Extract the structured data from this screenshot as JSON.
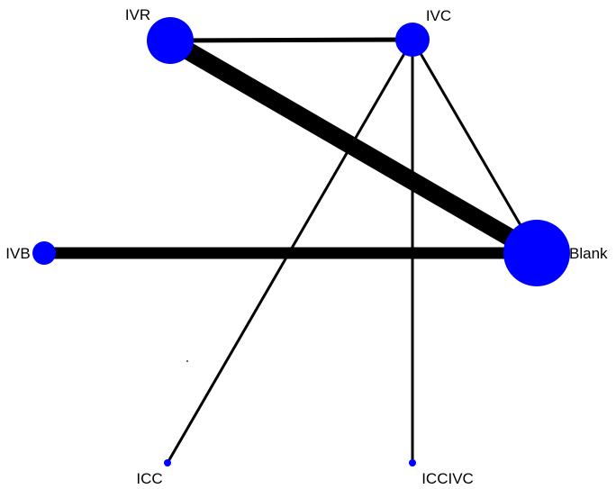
{
  "colors": {
    "node_fill": "#0000ff",
    "edge_stroke": "#000000",
    "label_color": "#000000",
    "background": "#ffffff"
  },
  "nodes": [
    {
      "id": "IVR",
      "label": "IVR"
    },
    {
      "id": "IVC",
      "label": "IVC"
    },
    {
      "id": "IVB",
      "label": "IVB"
    },
    {
      "id": "Blank",
      "label": "Blank"
    },
    {
      "id": "ICC",
      "label": "ICC"
    },
    {
      "id": "ICCIVC",
      "label": "ICCIVC"
    }
  ],
  "edges": [
    {
      "from": "IVR",
      "to": "IVC"
    },
    {
      "from": "IVR",
      "to": "Blank"
    },
    {
      "from": "IVC",
      "to": "Blank"
    },
    {
      "from": "IVC",
      "to": "ICC"
    },
    {
      "from": "IVC",
      "to": "ICCIVC"
    },
    {
      "from": "IVB",
      "to": "Blank"
    }
  ]
}
